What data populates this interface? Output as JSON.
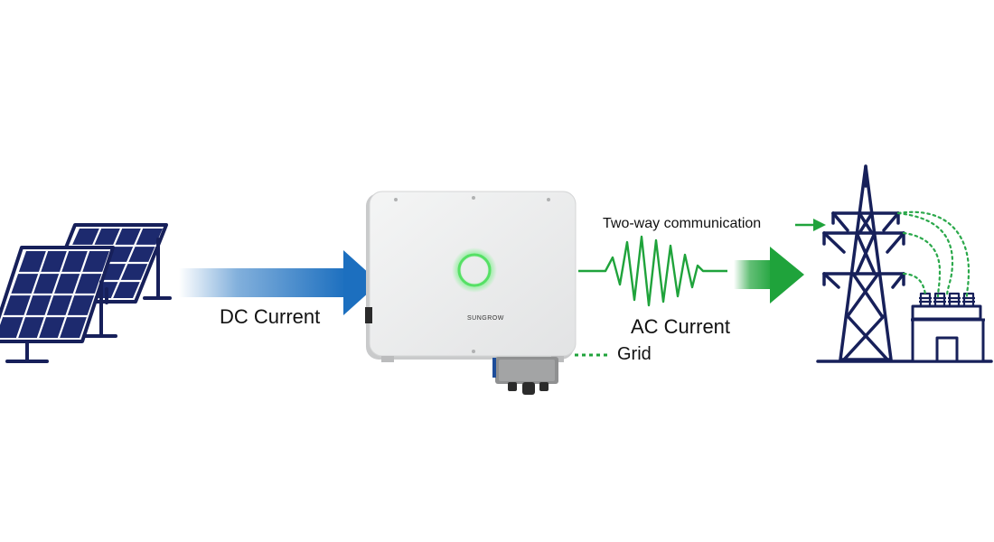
{
  "labels": {
    "dc_current": "DC Current",
    "ac_current": "AC Current",
    "grid": "Grid",
    "two_way": "Two-way communication",
    "inverter_brand": "SUNGROW"
  },
  "colors": {
    "panel_navy": "#17205a",
    "dc_blue": "#1c6fbf",
    "ac_green": "#1fa33b",
    "link_green": "#2aa84a",
    "inverter_body": "#ebecec",
    "led_ring": "#56e065"
  },
  "icons": [
    "solar-panel-icon",
    "inverter-icon",
    "ac-sine-wave-icon",
    "transmission-tower-icon",
    "substation-icon"
  ]
}
